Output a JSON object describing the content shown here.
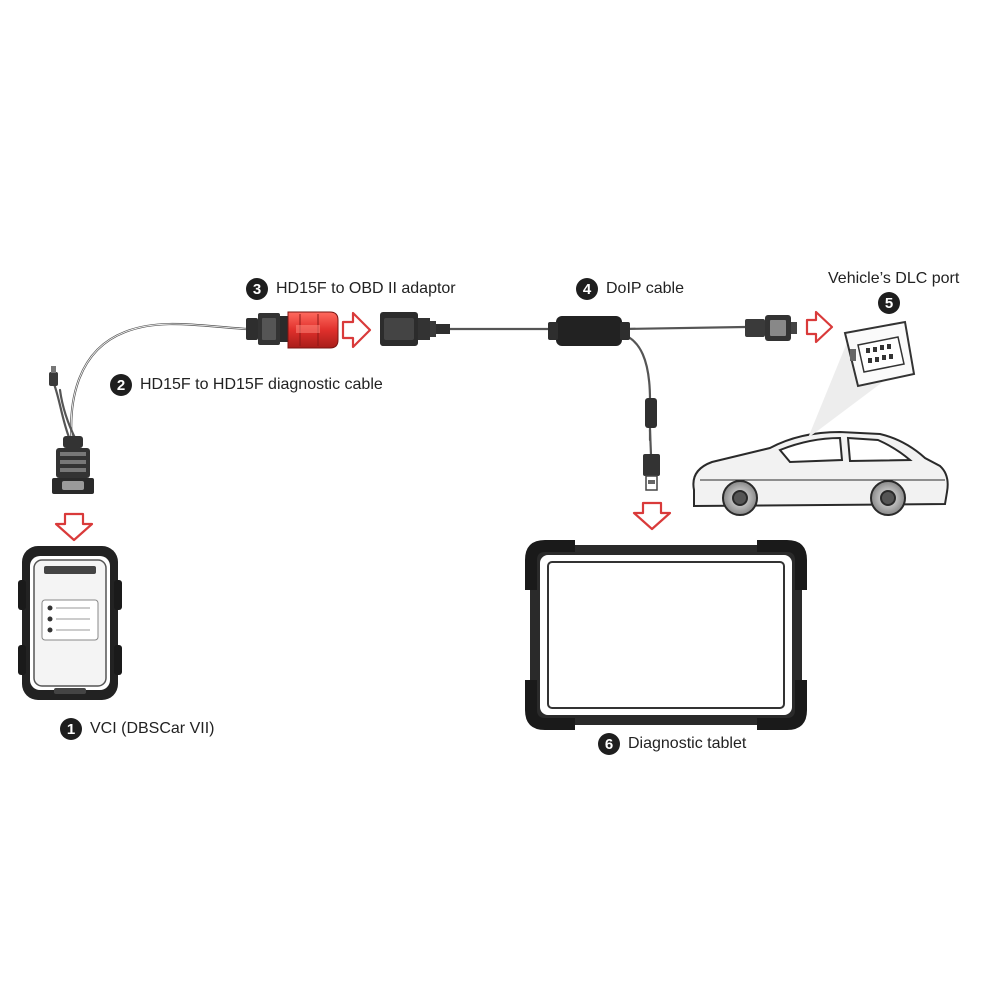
{
  "components": [
    {
      "num": "1",
      "label": "VCI (DBSCar VII)"
    },
    {
      "num": "2",
      "label": "HD15F to HD15F diagnostic cable"
    },
    {
      "num": "3",
      "label": "HD15F to OBD II adaptor"
    },
    {
      "num": "4",
      "label": "DoIP cable"
    },
    {
      "num": "5",
      "label": "Vehicle’s DLC port"
    },
    {
      "num": "6",
      "label": "Diagnostic tablet"
    }
  ],
  "colors": {
    "arrow": "#d93a3a",
    "adaptor_red": "#e0302c",
    "ink": "#1e1e1e",
    "cable": "#6b6b6b"
  }
}
